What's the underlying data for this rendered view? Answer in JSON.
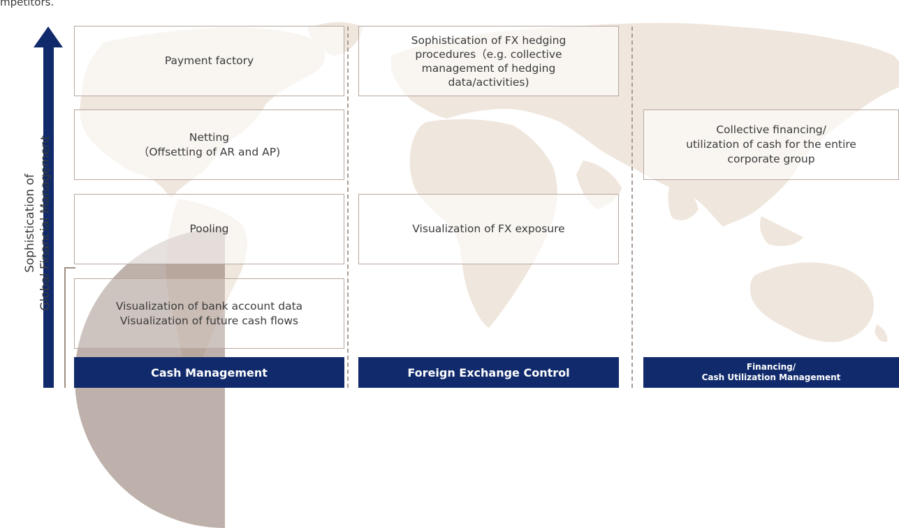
{
  "top_fragment": "mpetitors.",
  "y_axis": {
    "label_line1": "Sophistication of",
    "label_line2": "Global Financial Management"
  },
  "columns": [
    {
      "footer_line1": "Cash Management",
      "footer_line2": "",
      "boxes": [
        {
          "lines": [
            "Payment factory"
          ]
        },
        {
          "lines": [
            "Netting",
            "（Offsetting of AR and AP)"
          ]
        },
        {
          "lines": [
            "Pooling"
          ]
        },
        {
          "lines": [
            "Visualization of bank account data",
            "Visualization of future cash flows"
          ]
        }
      ]
    },
    {
      "footer_line1": "Foreign Exchange Control",
      "footer_line2": "",
      "boxes": [
        {
          "lines": [
            "Sophistication of FX hedging",
            "procedures（e.g. collective",
            "management of hedging",
            "data/activities)"
          ]
        },
        {
          "lines": [
            "Visualization of FX exposure"
          ]
        }
      ]
    },
    {
      "footer_line1": "Financing/",
      "footer_line2": "Cash Utilization Management",
      "boxes": [
        {
          "lines": [
            "Collective financing/",
            "utilization of cash for the entire",
            "corporate group"
          ]
        }
      ]
    }
  ],
  "colors": {
    "navy": "#102a6b",
    "map": "#efe6dd",
    "box_border": "#b8a69c",
    "highlight": "#968076"
  }
}
